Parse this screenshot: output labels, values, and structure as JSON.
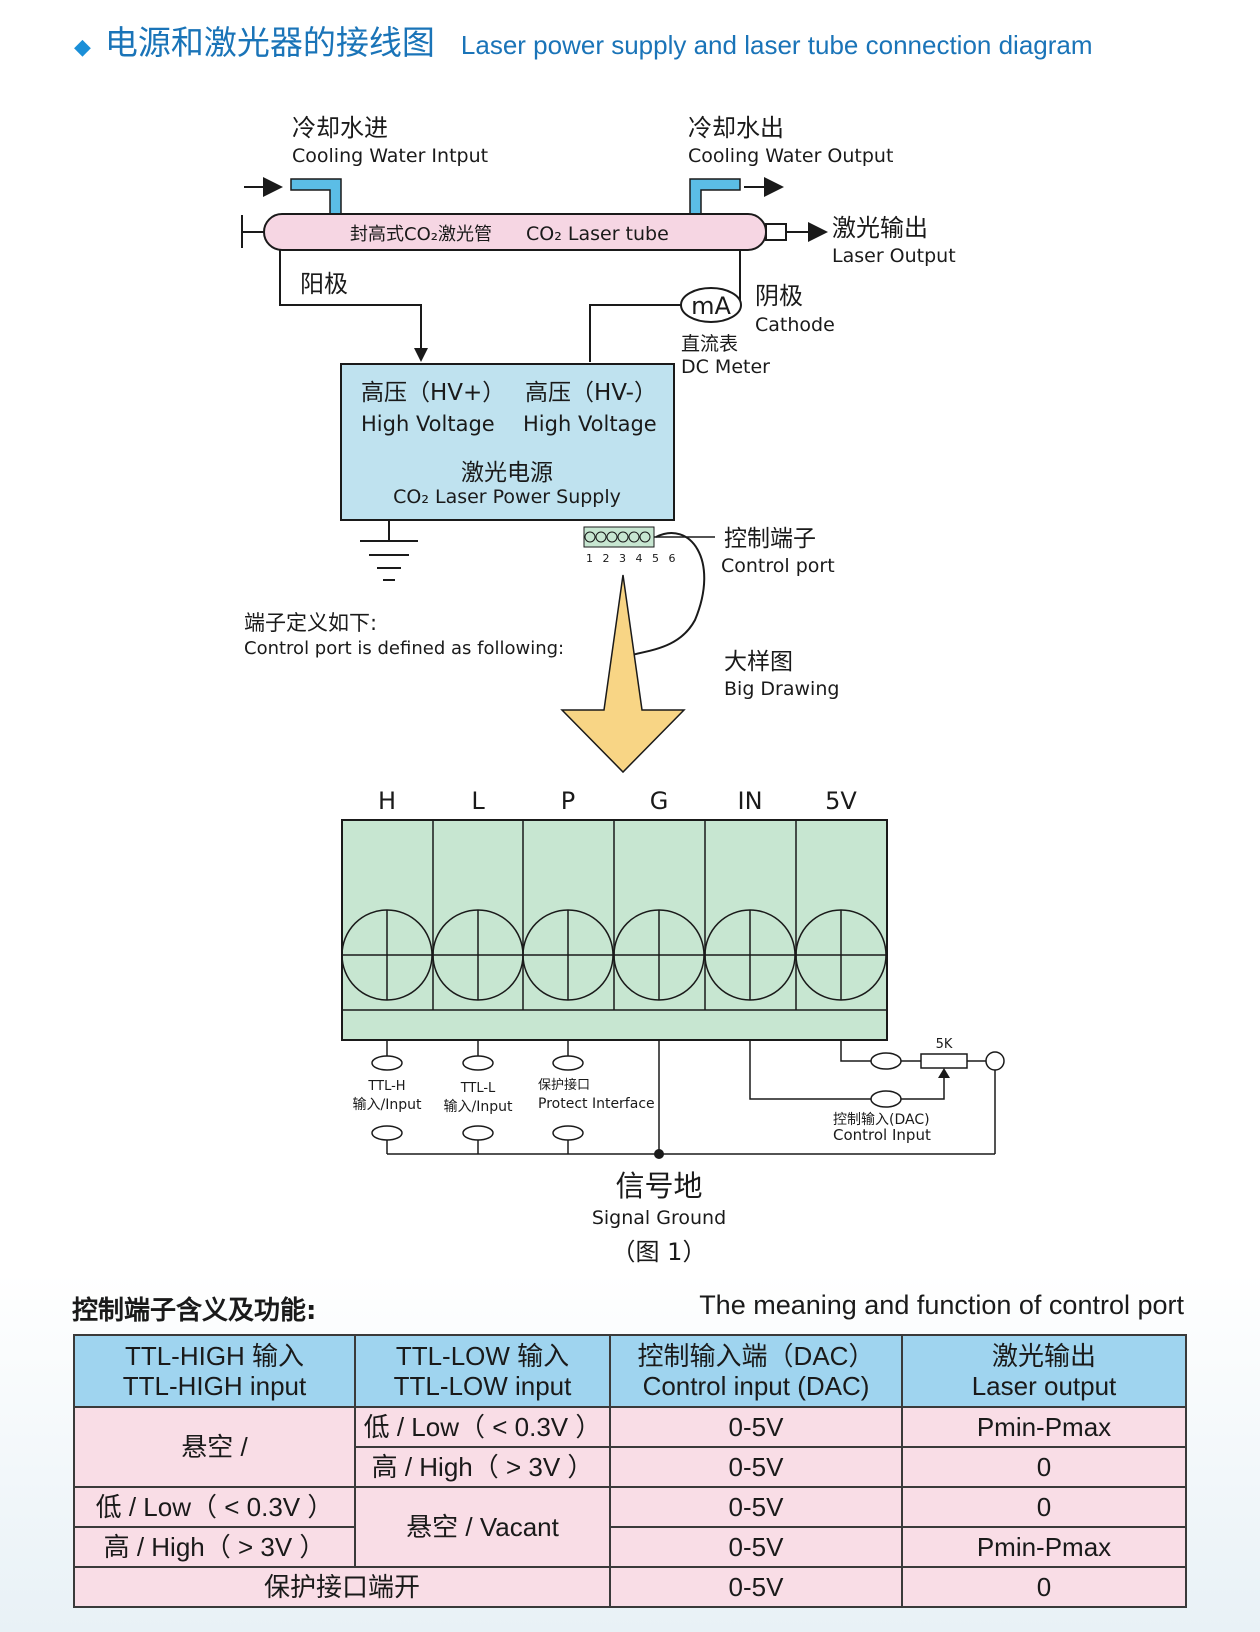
{
  "header": {
    "title_cn": "电源和激光器的接线图",
    "title_en": "Laser power supply and laser tube connection diagram"
  },
  "diagram": {
    "water_in_cn": "冷却水进",
    "water_in_en": "Cooling Water Intput",
    "water_out_cn": "冷却水出",
    "water_out_en": "Cooling Water Output",
    "tube_cn": "封高式CO₂激光管",
    "tube_en": "CO₂ Laser tube",
    "laser_out_cn": "激光输出",
    "laser_out_en": "Laser Output",
    "anode_cn": "阳极",
    "cathode_cn": "阴极",
    "cathode_en": "Cathode",
    "meter_symbol": "mA",
    "meter_cn": "直流表",
    "meter_en": "DC Meter",
    "hv_plus_cn": "高压（HV+）",
    "hv_plus_en": "High Voltage",
    "hv_minus_cn": "高压（HV-）",
    "hv_minus_en": "High Voltage",
    "psu_cn": "激光电源",
    "psu_en": "CO₂ Laser Power Supply",
    "pin_numbers": "1 2 3 4 5 6",
    "control_port_cn": "控制端子",
    "control_port_en": "Control port",
    "terminal_def_cn": "端子定义如下:",
    "terminal_def_en": "Control port is defined as following:",
    "big_drawing_cn": "大样图",
    "big_drawing_en": "Big Drawing",
    "terminals": [
      "H",
      "L",
      "P",
      "G",
      "IN",
      "5V"
    ],
    "ttl_h": "TTL-H",
    "ttl_h_input": "输入/Input",
    "ttl_l": "TTL-L",
    "ttl_l_input": "输入/Input",
    "protect_cn": "保护接口",
    "protect_en": "Protect Interface",
    "resistor": "5K",
    "control_input_cn": "控制输入(DAC)",
    "control_input_en": "Control Input",
    "signal_ground_cn": "信号地",
    "signal_ground_en": "Signal Ground",
    "figure_label": "（图 1）"
  },
  "table": {
    "title_cn": "控制端子含义及功能:",
    "title_en": "The meaning and function of control port",
    "headers": [
      {
        "cn": "TTL-HIGH 输入",
        "en": "TTL-HIGH input"
      },
      {
        "cn": "TTL-LOW 输入",
        "en": "TTL-LOW input"
      },
      {
        "cn": "控制输入端（DAC）",
        "en": "Control input (DAC)"
      },
      {
        "cn": "激光输出",
        "en": "Laser output"
      }
    ],
    "rows": [
      {
        "high": "悬空 /",
        "low": "低 / Low（ < 0.3V ）",
        "dac": "0-5V",
        "out": "Pmin-Pmax"
      },
      {
        "low": "高 / High（ > 3V ）",
        "dac": "0-5V",
        "out": "0"
      },
      {
        "high": "低 / Low（ < 0.3V ）",
        "low": "悬空 / Vacant",
        "dac": "0-5V",
        "out": "0"
      },
      {
        "high": "高 / High（ > 3V ）",
        "dac": "0-5V",
        "out": "Pmin-Pmax"
      },
      {
        "merged": "保护接口端开",
        "dac": "0-5V",
        "out": "0"
      }
    ]
  },
  "colors": {
    "title_blue": "#1a74b8",
    "water_pipe": "#5bbde6",
    "tube_fill": "#f6d6e3",
    "psu_fill": "#bfe2ef",
    "terminal_fill": "#c7e6d1",
    "arrow_fill": "#f8d585",
    "table_header": "#9fd4ef",
    "table_cell": "#f9dde6"
  }
}
